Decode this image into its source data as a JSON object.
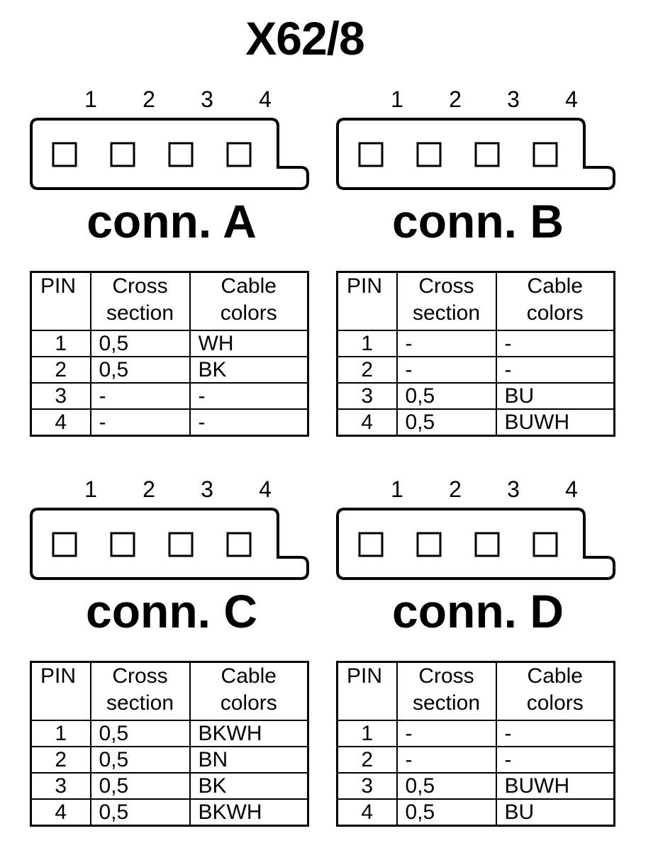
{
  "title": "X62/8",
  "column_headers": {
    "pin": "PIN",
    "cross_section": [
      "Cross",
      "section"
    ],
    "cable_colors": [
      "Cable",
      "colors"
    ]
  },
  "connectors": [
    {
      "label": "conn. A",
      "pin_numbers": [
        "1",
        "2",
        "3",
        "4"
      ],
      "rows": [
        {
          "pin": "1",
          "cross_section": "0,5",
          "color": "WH"
        },
        {
          "pin": "2",
          "cross_section": "0,5",
          "color": "BK"
        },
        {
          "pin": "3",
          "cross_section": "-",
          "color": "-"
        },
        {
          "pin": "4",
          "cross_section": "-",
          "color": "-"
        }
      ]
    },
    {
      "label": "conn. B",
      "pin_numbers": [
        "1",
        "2",
        "3",
        "4"
      ],
      "rows": [
        {
          "pin": "1",
          "cross_section": "-",
          "color": "-"
        },
        {
          "pin": "2",
          "cross_section": "-",
          "color": "-"
        },
        {
          "pin": "3",
          "cross_section": "0,5",
          "color": "BU"
        },
        {
          "pin": "4",
          "cross_section": "0,5",
          "color": "BUWH"
        }
      ]
    },
    {
      "label": "conn. C",
      "pin_numbers": [
        "1",
        "2",
        "3",
        "4"
      ],
      "rows": [
        {
          "pin": "1",
          "cross_section": "0,5",
          "color": "BKWH"
        },
        {
          "pin": "2",
          "cross_section": "0,5",
          "color": "BN"
        },
        {
          "pin": "3",
          "cross_section": "0,5",
          "color": "BK"
        },
        {
          "pin": "4",
          "cross_section": "0,5",
          "color": "BKWH"
        }
      ]
    },
    {
      "label": "conn. D",
      "pin_numbers": [
        "1",
        "2",
        "3",
        "4"
      ],
      "rows": [
        {
          "pin": "1",
          "cross_section": "-",
          "color": "-"
        },
        {
          "pin": "2",
          "cross_section": "-",
          "color": "-"
        },
        {
          "pin": "3",
          "cross_section": "0,5",
          "color": "BUWH"
        },
        {
          "pin": "4",
          "cross_section": "0,5",
          "color": "BU"
        }
      ]
    }
  ]
}
